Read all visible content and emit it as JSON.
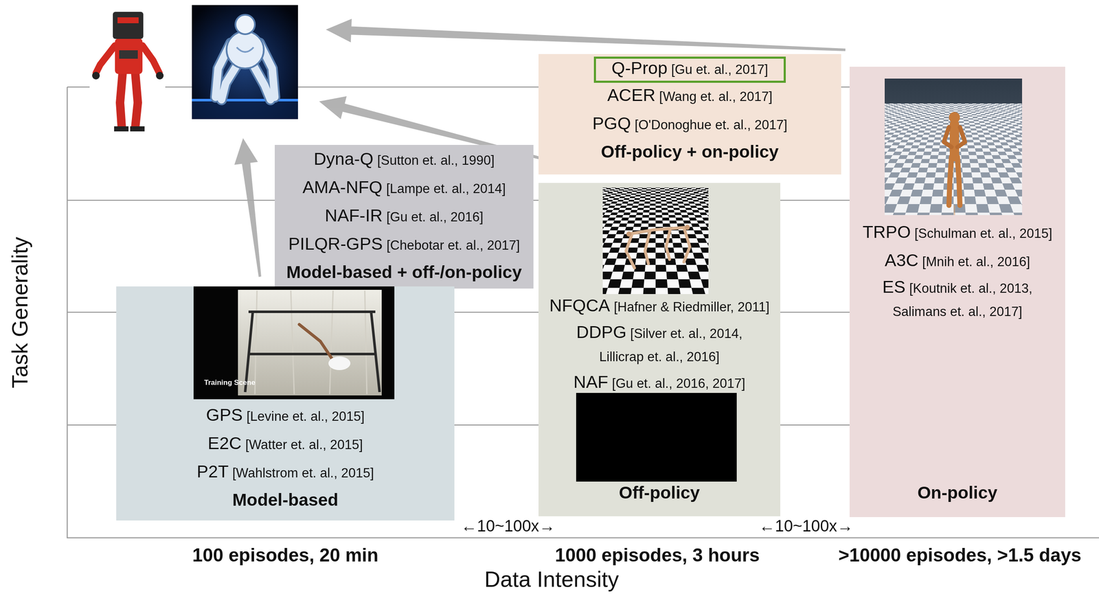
{
  "diagram": {
    "nodes": [
      {
        "text": [
          "ACER",
          "[Wang et. al., 2017]",
          "PGQ",
          "[O'Donoghue et. al., 2017]",
          "Off-policy + on-policy"
        ]
      },
      {
        "text": [
          "Q-Prop",
          "[Gu et. al., 2017]"
        ],
        "in": 0
      },
      {
        "text": [
          "Dyna-Q",
          "[Sutton et. al., 1990]",
          "AMA-NFQ",
          "[Lampe et. al., 2014]",
          "NAF-IR",
          "[Gu et. al., 2016]",
          "PILQR-GPS",
          "[Chebotar et. al., 2017]",
          "Model-based + off-/on-policy"
        ]
      },
      {
        "text": [
          "NFQCA",
          "[Hafner & Riedmiller, 2011]",
          "DDPG",
          "[Silver et. al., 2014, Lillicrap et. al., 2016]",
          "NAF",
          "[Gu et. al., 2016, 2017]",
          "Off-policy"
        ]
      },
      {
        "text": [
          "TRPO",
          "[Schulman et. al., 2015]",
          "A3C",
          "[Mnih et. al., 2016]",
          "ES",
          "[Koutnik et. al., 2013, Salimans et. al., 2017]",
          "On-policy"
        ]
      },
      {
        "text": [
          "GPS",
          "[Levine et. al., 2015]",
          "E2C",
          "[Watter et. al., 2015]",
          "P2T",
          "[Wahlstrom et. al., 2015]",
          "Model-based"
        ]
      }
    ],
    "labels": [
      "Task Generality",
      "Training Scene",
      "←10~100x→",
      "←10~100x→",
      "100 episodes, 20 min",
      "1000 episodes, 3 hours",
      ">10000 episodes, >1.5 days",
      "Data Intensity"
    ]
  }
}
